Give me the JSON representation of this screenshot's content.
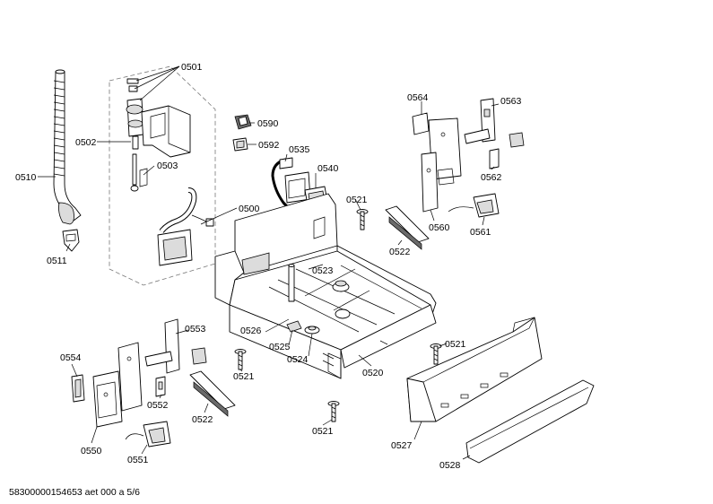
{
  "labels": {
    "p0501": "0501",
    "p0502": "0502",
    "p0503": "0503",
    "p0510": "0510",
    "p0511": "0511",
    "p0500": "0500",
    "p0590": "0590",
    "p0592": "0592",
    "p0535": "0535",
    "p0540": "0540",
    "p0564": "0564",
    "p0563": "0563",
    "p0562": "0562",
    "p0560": "0560",
    "p0561": "0561",
    "p0521a": "0521",
    "p0522a": "0522",
    "p0523": "0523",
    "p0526": "0526",
    "p0525": "0525",
    "p0524": "0524",
    "p0520": "0520",
    "p0521b": "0521",
    "p0553": "0553",
    "p0554": "0554",
    "p0552": "0552",
    "p0521c": "0521",
    "p0522b": "0522",
    "p0550": "0550",
    "p0551": "0551",
    "p0521d": "0521",
    "p0527": "0527",
    "p0528": "0528"
  },
  "footer": "58300000154653 aet 000 a 5/6"
}
